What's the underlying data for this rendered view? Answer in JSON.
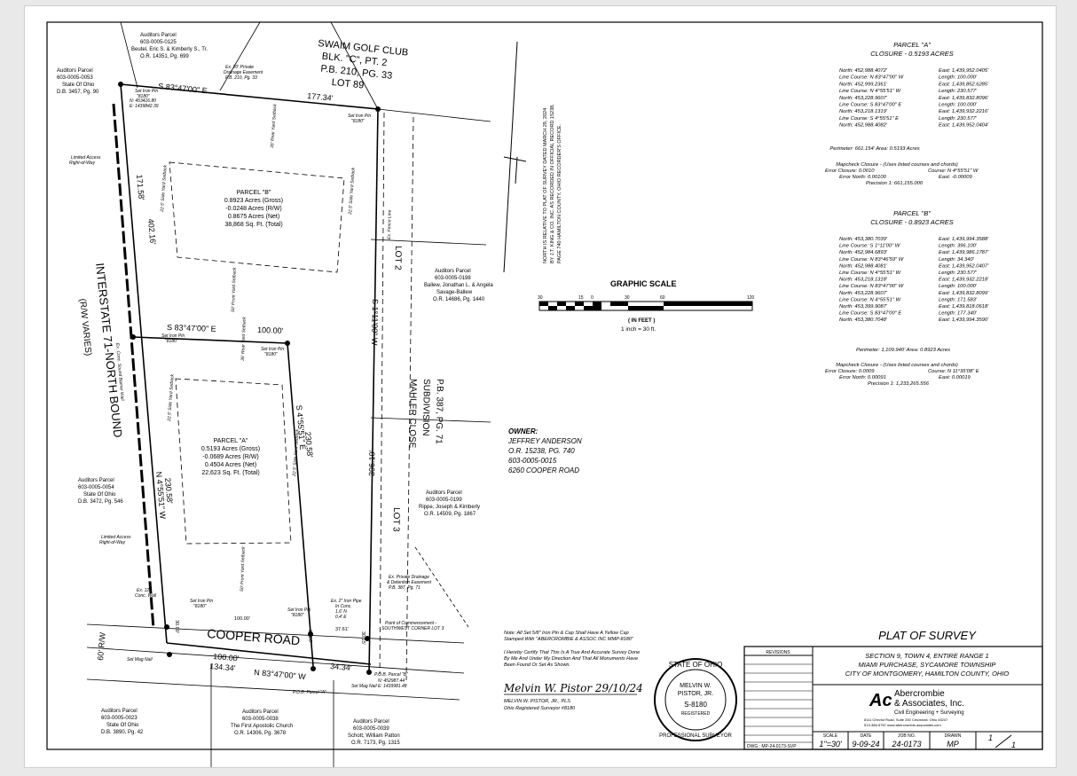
{
  "golf_club": {
    "l1": "SWAIM GOLF CLUB",
    "l2": "BLK. \"C\", PT. 2",
    "l3": "P.B. 210, PG. 33",
    "l4": "LOT 89"
  },
  "parcel_nw": {
    "l1": "Auditors Parcel",
    "l2": "603-0005-0125",
    "l3": "Beutel, Eric S. & Kimberly S., Tr.",
    "l4": "O.R. 14351, Pg. 699"
  },
  "parcel_w1": {
    "l1": "Auditors Parcel",
    "l2": "603-0005-0053",
    "l3": "State Of Ohio",
    "l4": "D.B. 3457, Pg. 90"
  },
  "parcel_w2": {
    "l1": "Auditors Parcel",
    "l2": "603-0005-0054",
    "l3": "State Of Ohio",
    "l4": "D.B. 3472, Pg. 546"
  },
  "parcel_sw": {
    "l1": "Auditors Parcel",
    "l2": "603-0005-0023",
    "l3": "State Of Ohio",
    "l4": "D.B. 3890, Pg. 42"
  },
  "parcel_s1": {
    "l1": "Auditors Parcel",
    "l2": "603-0005-0038",
    "l3": "The First Apostolic Church",
    "l4": "O.R. 14306, Pg. 3678"
  },
  "parcel_s2": {
    "l1": "Auditors Parcel",
    "l2": "603-0005-0039",
    "l3": "Schott, William Patton",
    "l4": "O.R. 7173, Pg. 1315"
  },
  "parcel_e1": {
    "l1": "Auditors Parcel",
    "l2": "603-0005-0198",
    "l3": "Ballew, Jonathan L. & Angela",
    "l4": "Savage-Ballew",
    "l5": "O.R. 14686, Pg. 1440"
  },
  "parcel_e2": {
    "l1": "Auditors Parcel",
    "l2": "603-0005-0199",
    "l3": "Rippe, Joseph & Kimberly",
    "l4": "O.R. 14509, Pg. 1867"
  },
  "parcel_b": {
    "title": "PARCEL \"B\"",
    "l1": "0.8923 Acres (Gross)",
    "l2": "-0.0248 Acres (R/W)",
    "l3": "0.8675 Acres (Net)",
    "l4": "38,868 Sq. Ft. (Total)"
  },
  "parcel_a": {
    "title": "PARCEL \"A\"",
    "l1": "0.5193 Acres (Gross)",
    "l2": "-0.0689 Acres (R/W)",
    "l3": "0.4504 Acres (Net)",
    "l4": "22,623 Sq. Ft. (Total)"
  },
  "bearings": {
    "north_line": "S 83°47'00\" E",
    "north_dist": "177.34'",
    "mid_line": "S 83°47'00\" E",
    "mid_dist": "100.00'",
    "east_line": "S 1°11'00\" W",
    "east_dist": "396.10'",
    "west_upper": "171.58'",
    "west_total": "402.16'",
    "a_east": "S 4°55'51\" E",
    "a_east_dist": "230.58'",
    "a_west": "N 4°55'51\" W",
    "a_west_dist": "230.58'",
    "south_line": "N 83°47'00\" W",
    "south_dist1": "134.34'",
    "south_dist2": "100.00'",
    "south_dist3": "34.34'",
    "small1": "100.00'",
    "row_w": "60' R/W",
    "r1": "30.00'",
    "r2": "30.00'",
    "r3": "30.15'",
    "r4": "37.61'"
  },
  "roads": {
    "interstate": "INTERSTATE 71-NORTH BOUND",
    "interstate_rw": "(R/W VARIES)",
    "cooper": "COOPER ROAD"
  },
  "notes": {
    "limited_access": "Limited Access",
    "limited_access2": "Right-of-Way",
    "iron_pin": "Set Iron Pin",
    "pin_num": "\"8180\"",
    "mag_nail": "Set Mag Nail",
    "pob_a": "P.O.B. Parcel \"A\"",
    "pob_b": "P.O.B. Parcel \"B\"",
    "commencement": "Point of Commencement -",
    "commencement2": "SOUTHWEST CORNER LOT 3",
    "drain_ease": "Ex. 20' Private",
    "drain_ease2": "Drainage Easement",
    "drain_ease3": "P.B. 210, Pg. 33",
    "drain_det": "Ex. Private Drainage",
    "drain_det2": "& Detention Easement",
    "drain_det3": "P.B. 387, Pg. 71",
    "fence": "Ex. Fence Line",
    "setback_side": "22.5' Side Yard Setback",
    "setback_rear": "35' Rear Yard Setback",
    "setback_front": "50' Front Yard Setback",
    "iron_pipe": "Ex. 2\" Iron Pipe",
    "iron_pipe2": "In Conc.",
    "iron_pipe3": "1.6' N",
    "iron_pipe4": "0.4' E",
    "wall": "Ex. 12\"",
    "wall2": "Conc. Wall",
    "coord1": "N: 453416.80",
    "coord2": "E: 1439842.39",
    "coord3": "N: 452987.44",
    "coord4": "E: 1439981.48",
    "conc_barrier": "Ex. Conc. Sound Barrier Wall"
  },
  "lots": {
    "lot2": "LOT 2",
    "lot3": "LOT 3",
    "sub1": "MAHLER CLOSE",
    "sub2": "SUBDIVISION",
    "sub3": "P.B. 387, PG. 71"
  },
  "north_note": {
    "l1": "NORTH IS RELATIVE TO PLAT OF SURVEY DATED MARCH 29, 2024",
    "l2": "BY J.T. KING & CO. INC. AS RECORDED IN OFFICIAL RECORD 15238,",
    "l3": "PAGE 740 HAMILTON COUNTY, OHIO RECORDER'S OFFICE."
  },
  "scale": {
    "title": "GRAPHIC SCALE",
    "ticks": [
      "30",
      "0",
      "15",
      "30",
      "60",
      "120"
    ],
    "unit": "( IN FEET )",
    "ratio": "1 inch = 30  ft."
  },
  "owner": {
    "label": "OWNER:",
    "name": "JEFFREY ANDERSON",
    "or": "O.R. 15238, PG. 740",
    "parcel": "603-0005-0015",
    "address": "6260 COOPER ROAD"
  },
  "closure_a": {
    "title": "PARCEL \"A\"",
    "sub": "CLOSURE - 0.5193 ACRES",
    "rows": [
      [
        "North: 452,988.4072'",
        "East: 1,439,952.0405'"
      ],
      [
        "Line  Course: N 83°47'00\" W",
        "Length: 100.000'"
      ],
      [
        "North: 452,999.2361'",
        "East: 1,439,852.6285'"
      ],
      [
        "Line  Course: N  4°55'51\" W",
        "Length: 230.577'"
      ],
      [
        "North: 453,228.9607'",
        "East: 1,439,832.8096'"
      ],
      [
        "Line  Course: S 83°47'00\" E",
        "Length: 100.000'"
      ],
      [
        "North: 453,218.1319'",
        "East: 1,439,932.2216'"
      ],
      [
        "Line  Course: S  4°55'51\" E",
        "Length: 230.577'"
      ],
      [
        "North: 452,988.4082'",
        "East: 1,439,952.0404'"
      ]
    ],
    "perimeter": "Perimeter: 661.154'   Area: 0.5193 Acres",
    "mapcheck": "Mapcheck Closure - (Uses listed courses and chords)",
    "e1": "Error Closure: 0.0010",
    "e2": "Course: N  4°55'51\" W",
    "e3": "Error North: 0.00100",
    "e4": "East: -0.00009",
    "precision": "Precision  1:  661,155.000"
  },
  "closure_b": {
    "title": "PARCEL \"B\"",
    "sub": "CLOSURE - 0.8923 ACRES",
    "rows": [
      [
        "North: 453,380.7039'",
        "East: 1,439,994.3588'"
      ],
      [
        "Line  Course: S  1°11'00\" W",
        "Length: 396.100'"
      ],
      [
        "North: 452,984.6893'",
        "East: 1,439,986.1787'"
      ],
      [
        "Line  Course: N 83°46'59\" W",
        "Length: 34.340'"
      ],
      [
        "North: 452,988.4081'",
        "East: 1,439,952.0407'"
      ],
      [
        "Line  Course: N  4°55'51\" W",
        "Length: 230.577'"
      ],
      [
        "North: 453,218.1318'",
        "East: 1,439,932.2218'"
      ],
      [
        "Line  Course: N 83°47'00\" W",
        "Length: 100.000'"
      ],
      [
        "North: 453,228.9607'",
        "East: 1,439,832.8099'"
      ],
      [
        "Line  Course: N  4°55'51\" W",
        "Length: 171.583'"
      ],
      [
        "North: 453,399.9087'",
        "East: 1,439,818.0618'"
      ],
      [
        "Line  Course: S 83°47'00\" E",
        "Length: 177.340'"
      ],
      [
        "North: 453,380.7048'",
        "East: 1,439,994.3590'"
      ]
    ],
    "perimeter": "Perimeter: 1,109.940'   Area: 0.8923 Acres",
    "mapcheck": "Mapcheck Closure - (Uses listed courses and chords)",
    "e1": "Error Closure: 0.0009",
    "e2": "Course: N 11°35'08\" E",
    "e3": "Error North: 0.00091",
    "e4": "East: 0.00019",
    "precision": "Precision  1:  1,233,265.556"
  },
  "certification": {
    "note1": "Note: All Set 5/8\" Iron Pin & Cap Shall Have A Yellow Cap",
    "note2": "Stamped With \"ABERCROMBIE & ASSOC INC MMP-8180\"",
    "c1": "I Hereby Certify That This Is A True And Accurate Survey Done",
    "c2": "By Me And Under My Direction And That All Monuments Have",
    "c3": "Been Found Or Set As Shown.",
    "signature": "Melvin W. Pistor 29/10/24",
    "name": "MELVIN W. PISTOR, JR., PLS",
    "reg": "Ohio Registered Surveyor #8180"
  },
  "seal": {
    "state": "STATE OF OHIO",
    "n1": "MELVIN W.",
    "n2": "PISTOR, JR.",
    "num": "S-8180",
    "reg": "REGISTERED",
    "prof": "PROFESSIONAL SURVEYOR"
  },
  "title_block": {
    "revisions": "REVISIONS",
    "title": "PLAT OF SURVEY",
    "l1": "SECTION 9, TOWN 4, ENTIRE RANGE 1",
    "l2": "MIAMI PURCHASE, SYCAMORE TOWNSHIP",
    "l3": "CITY OF MONTGOMERY, HAMILTON COUNTY, OHIO",
    "company1": "Abercrombie",
    "company2": "& Associates, Inc.",
    "company3": "Civil Engineering + Surveying",
    "addr": "8111 Cheviot Road, Suite 200  Cincinnati, Ohio 45247",
    "phone": "513-385-5757  www.abercrombie-associates.com",
    "scale_h": "SCALE",
    "scale": "1\"=30'",
    "date_h": "DATE",
    "date": "9-09-24",
    "job_h": "JOB NO.",
    "job": "24-0173",
    "drawn_h": "DRAWN",
    "drawn": "MP",
    "sheet": "1",
    "sheet2": "1",
    "dwg": "DWG.: MP-24-0173-SVP"
  }
}
